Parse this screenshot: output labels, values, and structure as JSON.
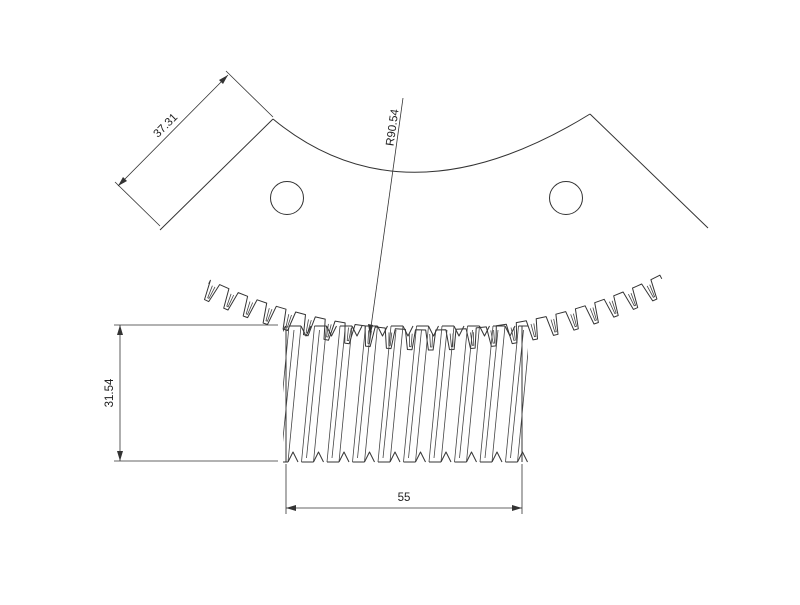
{
  "drawing": {
    "title": "",
    "dimensions": {
      "sector_width": "37.31",
      "radius": "R90.54",
      "worm_diameter": "31.54",
      "worm_length": "55"
    },
    "parts": [
      "worm-gear-sector",
      "worm-screw"
    ],
    "colors": {
      "line": "#333333",
      "background": "#ffffff"
    }
  }
}
